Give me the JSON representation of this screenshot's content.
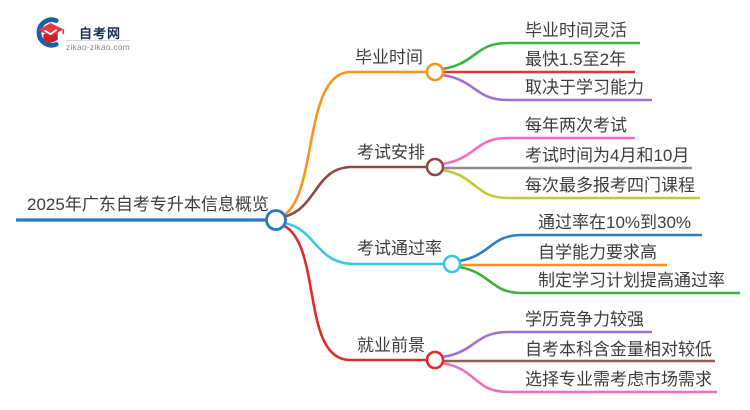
{
  "logo": {
    "name": "自考网",
    "domain": "zikao-zikao.com",
    "crescent_color": "#1b5ea6",
    "cap_color": "#e8353e"
  },
  "root": {
    "label": "2025年广东自考专升本信息概览",
    "color": "#2e74c4"
  },
  "branches": [
    {
      "label": "毕业时间",
      "color": "#f7941d",
      "children": [
        {
          "label": "毕业时间灵活",
          "color": "#3cb043"
        },
        {
          "label": "最快1.5至2年",
          "color": "#e53434"
        },
        {
          "label": "取决于学习能力",
          "color": "#9b72cf"
        }
      ]
    },
    {
      "label": "考试安排",
      "color": "#8d4a45",
      "children": [
        {
          "label": "每年两次考试",
          "color": "#ef6ebc"
        },
        {
          "label": "考试时间为4月和10月",
          "color": "#8c8c8c"
        },
        {
          "label": "每次最多报考四门课程",
          "color": "#c2c832"
        }
      ]
    },
    {
      "label": "考试通过率",
      "color": "#3bc7e0",
      "children": [
        {
          "label": "通过率在10%到30%",
          "color": "#2e7dc8"
        },
        {
          "label": "自学能力要求高",
          "color": "#ff9026"
        },
        {
          "label": "制定学习计划提高通过率",
          "color": "#3cb043"
        }
      ]
    },
    {
      "label": "就业前景",
      "color": "#e02b2b",
      "children": [
        {
          "label": "学历竞争力较强",
          "color": "#9b72cf"
        },
        {
          "label": "自考本科含金量相对较低",
          "color": "#8d5f55"
        },
        {
          "label": "选择专业需考虑市场需求",
          "color": "#ef6ebc"
        }
      ]
    }
  ]
}
